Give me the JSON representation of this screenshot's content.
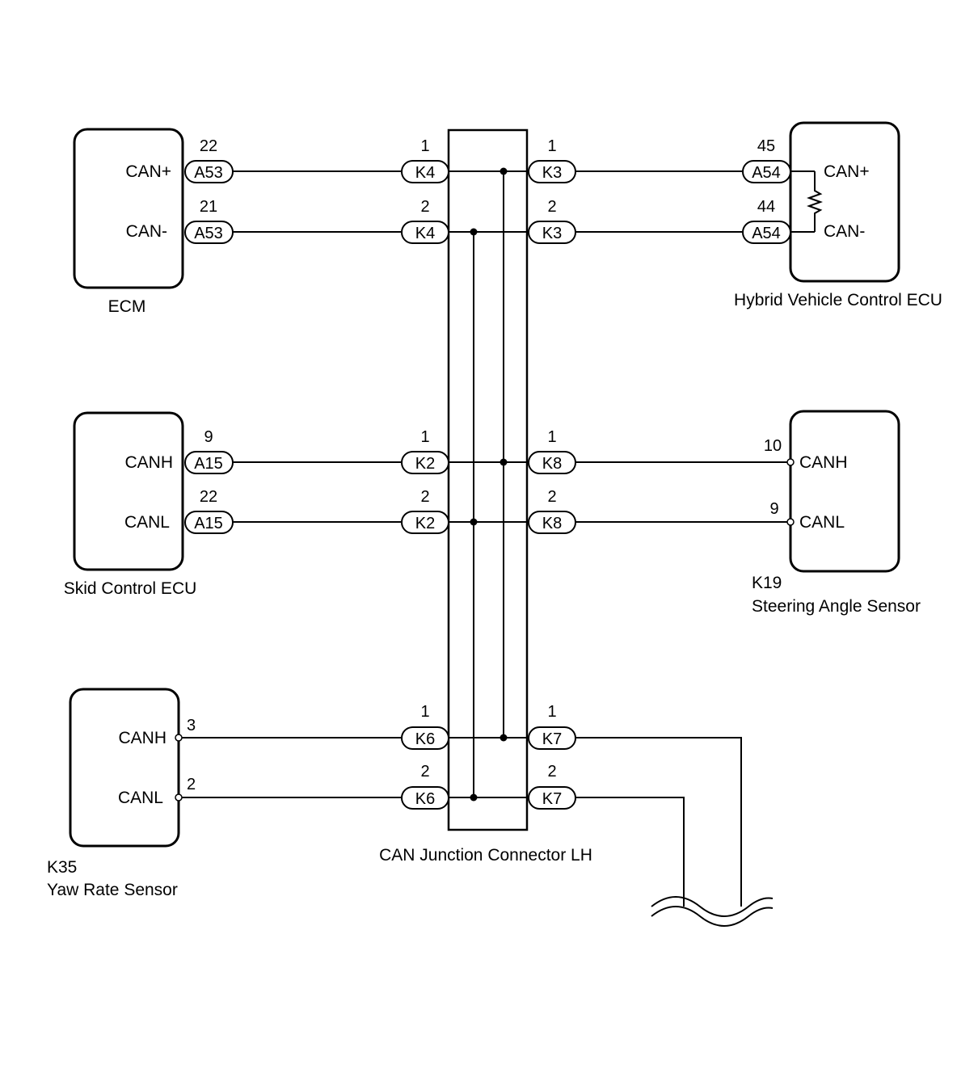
{
  "components": {
    "ecm": {
      "name": "ECM",
      "pin_top": "CAN+",
      "pin_bottom": "CAN-"
    },
    "hv_ecu": {
      "name": "Hybrid Vehicle Control ECU",
      "pin_top": "CAN+",
      "pin_bottom": "CAN-"
    },
    "skid": {
      "name": "Skid Control ECU",
      "pin_top": "CANH",
      "pin_bottom": "CANL"
    },
    "steering": {
      "code": "K19",
      "name": "Steering Angle Sensor",
      "pin_top": "CANH",
      "pin_bottom": "CANL"
    },
    "yaw": {
      "code": "K35",
      "name": "Yaw Rate Sensor",
      "pin_top": "CANH",
      "pin_bottom": "CANL"
    },
    "junction": {
      "name": "CAN Junction Connector LH"
    }
  },
  "connectors": {
    "ecm_h": {
      "id": "A53",
      "pin": "22"
    },
    "ecm_l": {
      "id": "A53",
      "pin": "21"
    },
    "k4_h": {
      "id": "K4",
      "pin": "1"
    },
    "k4_l": {
      "id": "K4",
      "pin": "2"
    },
    "k3_h": {
      "id": "K3",
      "pin": "1"
    },
    "k3_l": {
      "id": "K3",
      "pin": "2"
    },
    "hv_h": {
      "id": "A54",
      "pin": "45"
    },
    "hv_l": {
      "id": "A54",
      "pin": "44"
    },
    "skid_h": {
      "id": "A15",
      "pin": "9"
    },
    "skid_l": {
      "id": "A15",
      "pin": "22"
    },
    "k2_h": {
      "id": "K2",
      "pin": "1"
    },
    "k2_l": {
      "id": "K2",
      "pin": "2"
    },
    "k8_h": {
      "id": "K8",
      "pin": "1"
    },
    "k8_l": {
      "id": "K8",
      "pin": "2"
    },
    "steer_h": {
      "pin": "10"
    },
    "steer_l": {
      "pin": "9"
    },
    "yaw_h": {
      "pin": "3"
    },
    "yaw_l": {
      "pin": "2"
    },
    "k6_h": {
      "id": "K6",
      "pin": "1"
    },
    "k6_l": {
      "id": "K6",
      "pin": "2"
    },
    "k7_h": {
      "id": "K7",
      "pin": "1"
    },
    "k7_l": {
      "id": "K7",
      "pin": "2"
    }
  }
}
